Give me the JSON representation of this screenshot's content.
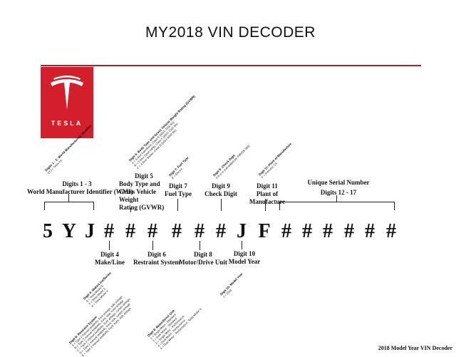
{
  "title": "MY2018 VIN DECODER",
  "logo_text": "TESLA",
  "footer": "2018  Model Year VIN Decoder",
  "vin_chars": [
    "5",
    "Y",
    "J",
    "#",
    "#",
    "#",
    "#",
    "#",
    "#",
    "J",
    "F",
    "#",
    "#",
    "#",
    "#",
    "#",
    "#"
  ],
  "upper_labels": {
    "wmi": [
      "Digits 1 - 3",
      "World Manufacturer  Identifier  (WMI)"
    ],
    "d5": [
      "Digit 5",
      "Body Type and",
      "Gross Vehicle",
      "Weight",
      "Rating (GVWR)"
    ],
    "d7": [
      "Digit 7",
      "Fuel Type"
    ],
    "d9": [
      "Digit 9",
      "Check Digit"
    ],
    "d11": [
      "Digit 11",
      "Plant of Manufacture"
    ],
    "serial": [
      "Unique Serial Number",
      "Digits 12 - 17"
    ]
  },
  "lower_labels": {
    "d4": [
      "Digit 4",
      "Make/Line"
    ],
    "d6": [
      "Digit 6",
      "Restraint  System"
    ],
    "d8": [
      "Digit 8",
      "Motor/Drive Unit"
    ],
    "d10": [
      "Digit 10",
      "Model Year"
    ]
  },
  "notes": {
    "wmi": [
      "Digits 1 - 3: World Manufacturing Identifier",
      "5YJ = Tesla Inc."
    ],
    "d5": [
      "Digit 5: Body Type and Gross Vehicle Weight Rating (GVWR)",
      "A = 5 door hatchback, Class E (6001-7000 lbs)",
      "B = 5 door Sport Utility, Class F (6001-7000 lbs)",
      "C = 4 door Sedan, Class D (5001-6000 lbs)"
    ],
    "d7": [
      "Digit 7: Fuel Type",
      "E = Electric"
    ],
    "d9": [
      "Digit 9: Check Digit",
      "0-9 or X (calculated per FMVSS 565)"
    ],
    "d11": [
      "Digit 11: Plant of Manufacture",
      "F = Fremont, CA"
    ],
    "d4": [
      "Digit 4: Make/Line/Series",
      "S = Tesla Model S",
      "3 = Tesla Model 3",
      "X = Tesla Model X"
    ],
    "d6": [
      "Digit 6: Restraint System",
      "A = Type 2 manual seatbelts, front airbags, side airbags",
      "B = Type 2 manual seatbelts, front, side, knee airbags",
      "C = Type 2 manual seatbelts, front airbags, curtain airbags",
      "D = Type 2 manual seatbelts, front, side, curtain airbags",
      "E = Type 2 manual seatbelts, front, knee, side airbags"
    ],
    "d8": [
      "Digit 8: Motor/Drive Unit",
      "1 = Single Motor - Standard",
      "2 = Dual Motor - Standard",
      "3 = Single Motor - Performance",
      "4 = Dual Motor - Performance",
      "5 = Dual Motor - Performance, Tesla Model S"
    ],
    "d10": [
      "Digit 10: Model Year",
      "J = 2018"
    ]
  }
}
